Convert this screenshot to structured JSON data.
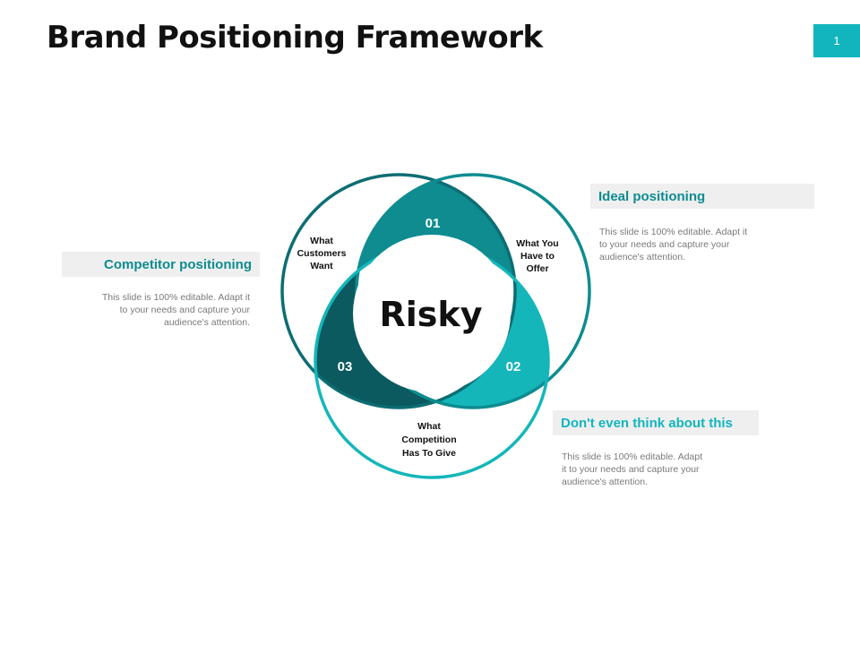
{
  "slide": {
    "title": "Brand Positioning Framework",
    "page_number": "1"
  },
  "colors": {
    "accent": "#12b5bd",
    "dark_teal": "#0d6d73",
    "darker_teal": "#0a5a5f",
    "mid_teal": "#0e8c90",
    "bright_teal": "#14b6ba"
  },
  "venn": {
    "center_label": "Risky",
    "segments": [
      {
        "number": "01"
      },
      {
        "number": "02"
      },
      {
        "number": "03"
      }
    ],
    "circle_labels": {
      "customers": [
        "What",
        "Customers",
        "Want"
      ],
      "offer": [
        "What You",
        "Have to",
        "Offer"
      ],
      "competition": [
        "What",
        "Competition",
        "Has To Give"
      ]
    }
  },
  "callouts": {
    "ideal": {
      "heading": "Ideal positioning",
      "lines": [
        "This slide is 100% editable. Adapt it",
        "to your needs and capture your",
        "audience's attention."
      ]
    },
    "competitor": {
      "heading": "Competitor positioning",
      "lines": [
        "This slide is 100% editable. Adapt it",
        "to your needs and capture your",
        "audience's attention."
      ]
    },
    "dont": {
      "heading": "Don't even think about this",
      "lines": [
        "This slide is 100% editable. Adapt",
        "it to your needs and capture your",
        "audience's attention."
      ]
    }
  }
}
